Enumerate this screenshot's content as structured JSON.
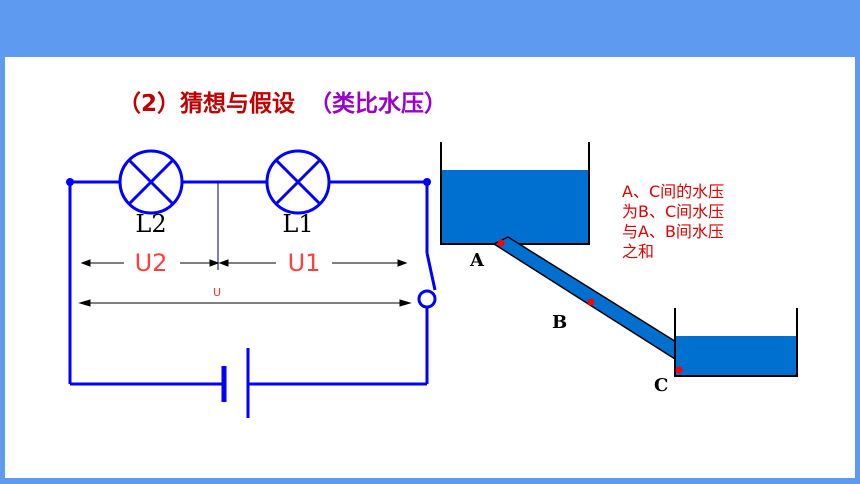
{
  "title": {
    "part1": "（2）猜想与假设",
    "part2": "（类比水压）"
  },
  "circuit": {
    "lamp1_label": "L2",
    "lamp2_label": "L1",
    "u2_label": "U2",
    "u1_label": "U1",
    "u_label": "U"
  },
  "water": {
    "point_a": "A",
    "point_b": "B",
    "point_c": "C",
    "note_lines": [
      "A、C间的水压",
      "为B、C间水压",
      "与A、B间水压",
      "之和"
    ]
  },
  "colors": {
    "bar": "#5e9bf0",
    "wire": "#0000ff",
    "water": "#0070d0",
    "red": "#e00000",
    "purple": "#9900cc"
  }
}
